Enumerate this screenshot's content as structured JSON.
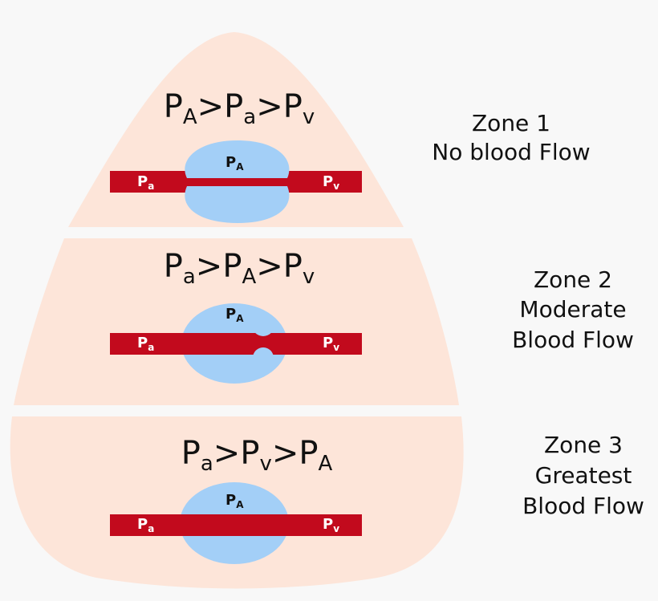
{
  "colors": {
    "lung_fill": "#fde5d9",
    "alveolus": "#a3cff7",
    "vessel": "#c20a1d",
    "background": "#f8f8f8",
    "text": "#111111",
    "label_on_vessel": "#ffffff",
    "label_on_alveolus": "#111111"
  },
  "zones": [
    {
      "title": "Zone 1",
      "flow": [
        "No blood Flow"
      ],
      "equation": [
        {
          "base": "P",
          "sub": "A"
        },
        {
          "op": ">"
        },
        {
          "base": "P",
          "sub": "a"
        },
        {
          "op": ">"
        },
        {
          "base": "P",
          "sub": "v"
        }
      ]
    },
    {
      "title": "Zone 2",
      "flow": [
        "Moderate",
        "Blood Flow"
      ],
      "equation": [
        {
          "base": "P",
          "sub": "a"
        },
        {
          "op": ">"
        },
        {
          "base": "P",
          "sub": "A"
        },
        {
          "op": ">"
        },
        {
          "base": "P",
          "sub": "v"
        }
      ]
    },
    {
      "title": "Zone 3",
      "flow": [
        "Greatest",
        "Blood Flow"
      ],
      "equation": [
        {
          "base": "P",
          "sub": "a"
        },
        {
          "op": ">"
        },
        {
          "base": "P",
          "sub": "v"
        },
        {
          "op": ">"
        },
        {
          "base": "P",
          "sub": "A"
        }
      ]
    }
  ],
  "vessel_labels": {
    "alveolar": {
      "base": "P",
      "sub": "A"
    },
    "arterial": {
      "base": "P",
      "sub": "a"
    },
    "venous": {
      "base": "P",
      "sub": "v"
    }
  }
}
